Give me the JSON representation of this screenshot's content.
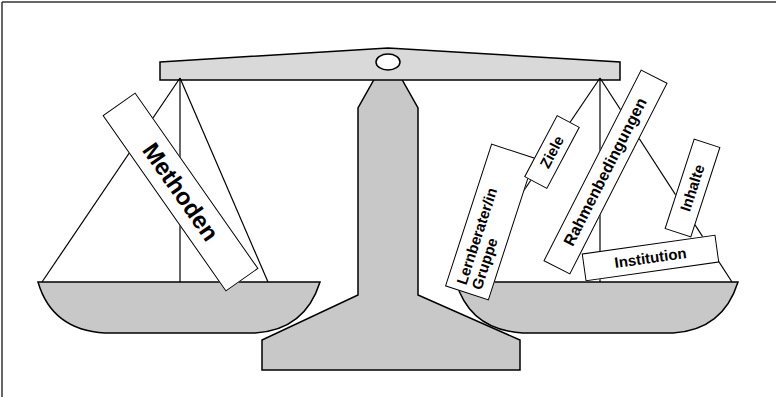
{
  "diagram": {
    "nodes": [
      {
        "text": [
          "Methoden"
        ]
      },
      {
        "text": [
          "Lernberater/in Gruppe"
        ]
      },
      {
        "text": [
          "Ziele"
        ]
      },
      {
        "text": [
          "Rahmenbedingungen"
        ]
      },
      {
        "text": [
          "Inhalte"
        ]
      },
      {
        "text": [
          "Institution"
        ]
      }
    ]
  }
}
